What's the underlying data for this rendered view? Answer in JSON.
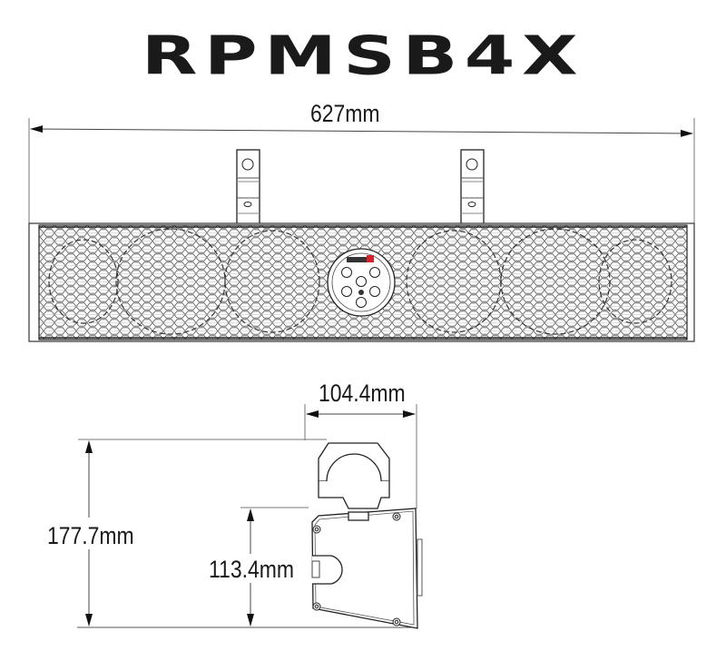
{
  "title": "RPMSB4X",
  "dimensions": {
    "overall_width": "627mm",
    "depth": "104.4mm",
    "overall_height": "177.7mm",
    "body_height": "113.4mm"
  },
  "front_view": {
    "mount_clamps": 2,
    "speaker_grilles": 6,
    "control_panel": {
      "logo": "brand-logo",
      "buttons": [
        "prev",
        "next",
        "mode",
        "minus",
        "bluetooth",
        "plus",
        "power"
      ]
    }
  },
  "side_view": {
    "clamp": "tube-clamp",
    "screws": 4
  },
  "colors": {
    "line": "#1a1a1a",
    "dim_line": "#555555",
    "grille": "#444444",
    "background": "#ffffff",
    "logo_accent": "#d6202a"
  }
}
